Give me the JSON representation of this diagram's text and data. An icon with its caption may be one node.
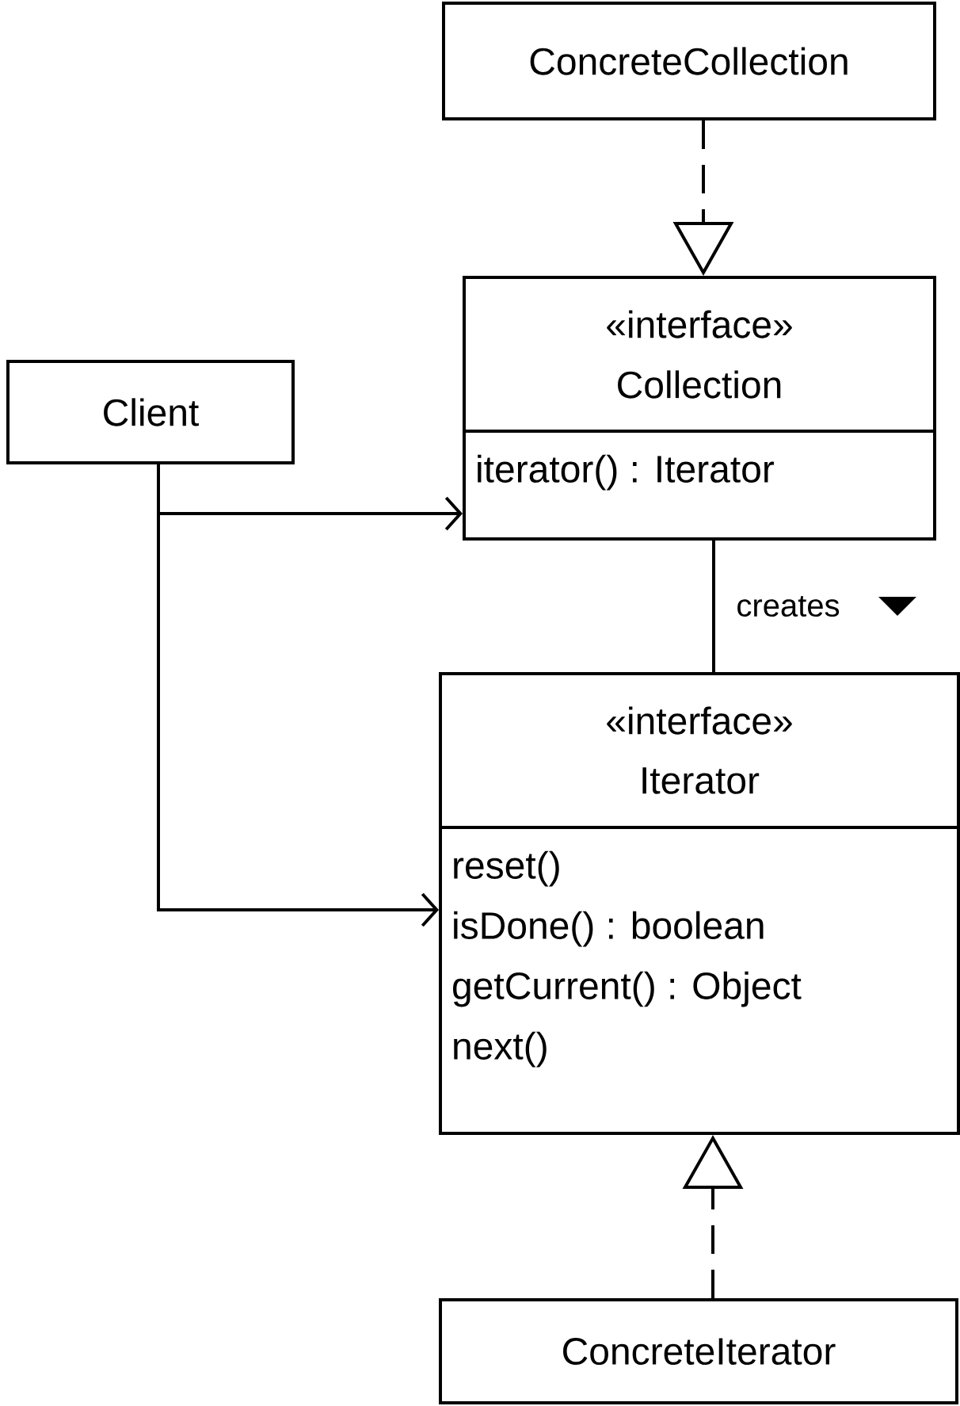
{
  "diagram": {
    "nodes": [
      {
        "text": [
          "ConcreteCollection"
        ]
      },
      {
        "text": [
          "«interface»",
          "Collection",
          "iterator() : Iterator"
        ]
      },
      {
        "text": [
          "Client"
        ]
      },
      {
        "text": [
          "«interface»",
          "Iterator",
          "reset()",
          "isDone() : boolean",
          "getCurrent() : Object",
          "next()"
        ]
      },
      {
        "text": [
          "ConcreteIterator"
        ]
      }
    ],
    "edges": [
      {
        "from": 0,
        "to": 1,
        "arrow": "to",
        "style": "dashed"
      },
      {
        "from": 2,
        "to": 1,
        "arrow": "to"
      },
      {
        "from": 2,
        "to": 3,
        "arrow": "to"
      },
      {
        "from": 1,
        "to": 3,
        "arrow": "none",
        "label": "creates"
      },
      {
        "from": 4,
        "to": 3,
        "arrow": "to",
        "style": "dashed"
      }
    ]
  }
}
